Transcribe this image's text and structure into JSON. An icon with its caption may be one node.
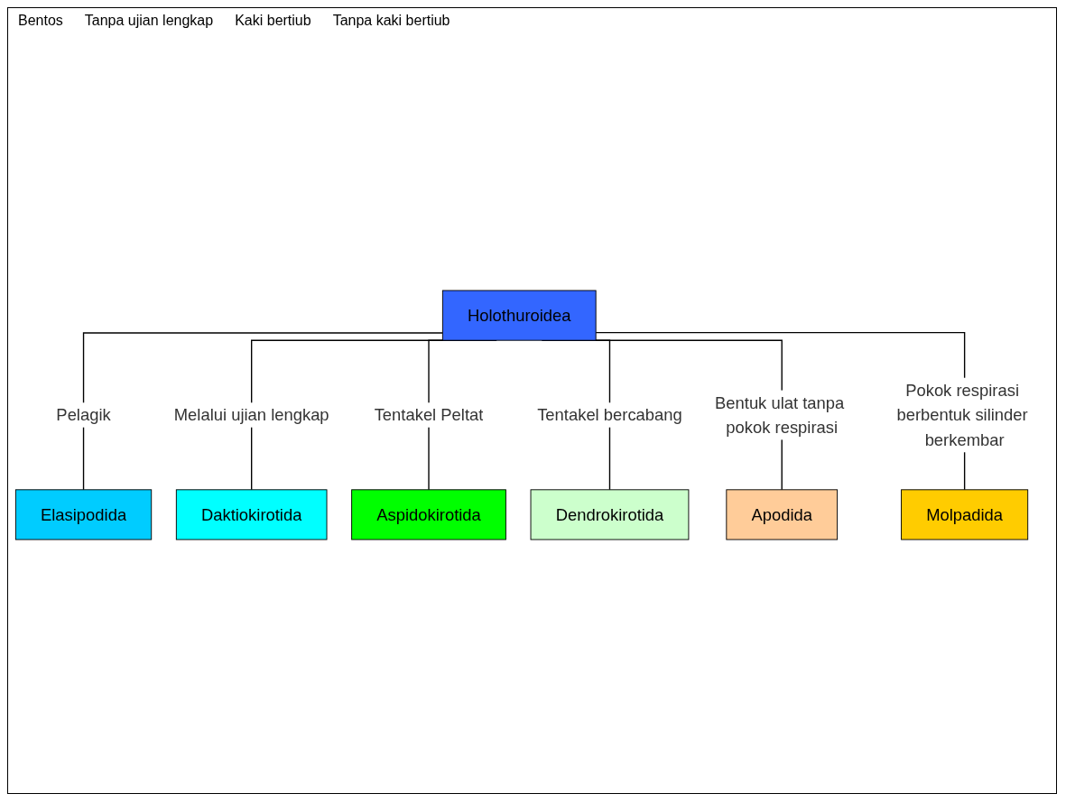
{
  "diagram": {
    "nodes": [
      {
        "text": [
          "Holothuroidea"
        ]
      },
      {
        "text": [
          "Elasipodida"
        ]
      },
      {
        "text": [
          "Daktiokirotida"
        ]
      },
      {
        "text": [
          "Dendrokirotida"
        ]
      },
      {
        "text": [
          "Molpadida"
        ]
      },
      {
        "text": [
          "Aspidokirotida"
        ]
      },
      {
        "text": [
          "Apodida"
        ]
      }
    ],
    "edges": [
      {
        "from": 0,
        "to": 1,
        "arrow": "none",
        "label": "Pelagik"
      },
      {
        "from": 0,
        "to": 2,
        "arrow": "none",
        "label": "Melalui ujian lengkap"
      },
      {
        "from": 0,
        "to": 5,
        "arrow": "none",
        "label": "Tentakel Peltat"
      },
      {
        "from": 0,
        "to": 3,
        "arrow": "none",
        "label": "Tentakel bercabang"
      },
      {
        "from": 0,
        "to": 6,
        "arrow": "none",
        "label": "Bentuk ulat tanpa pokok respirasi"
      },
      {
        "from": 0,
        "to": 4,
        "arrow": "none",
        "label": "Pokok respirasi berbentuk silinder berkembar"
      }
    ],
    "labels": [
      "Bentos",
      "Tanpa ujian lengkap",
      "Kaki bertiub",
      "Tanpa kaki bertiub"
    ]
  }
}
